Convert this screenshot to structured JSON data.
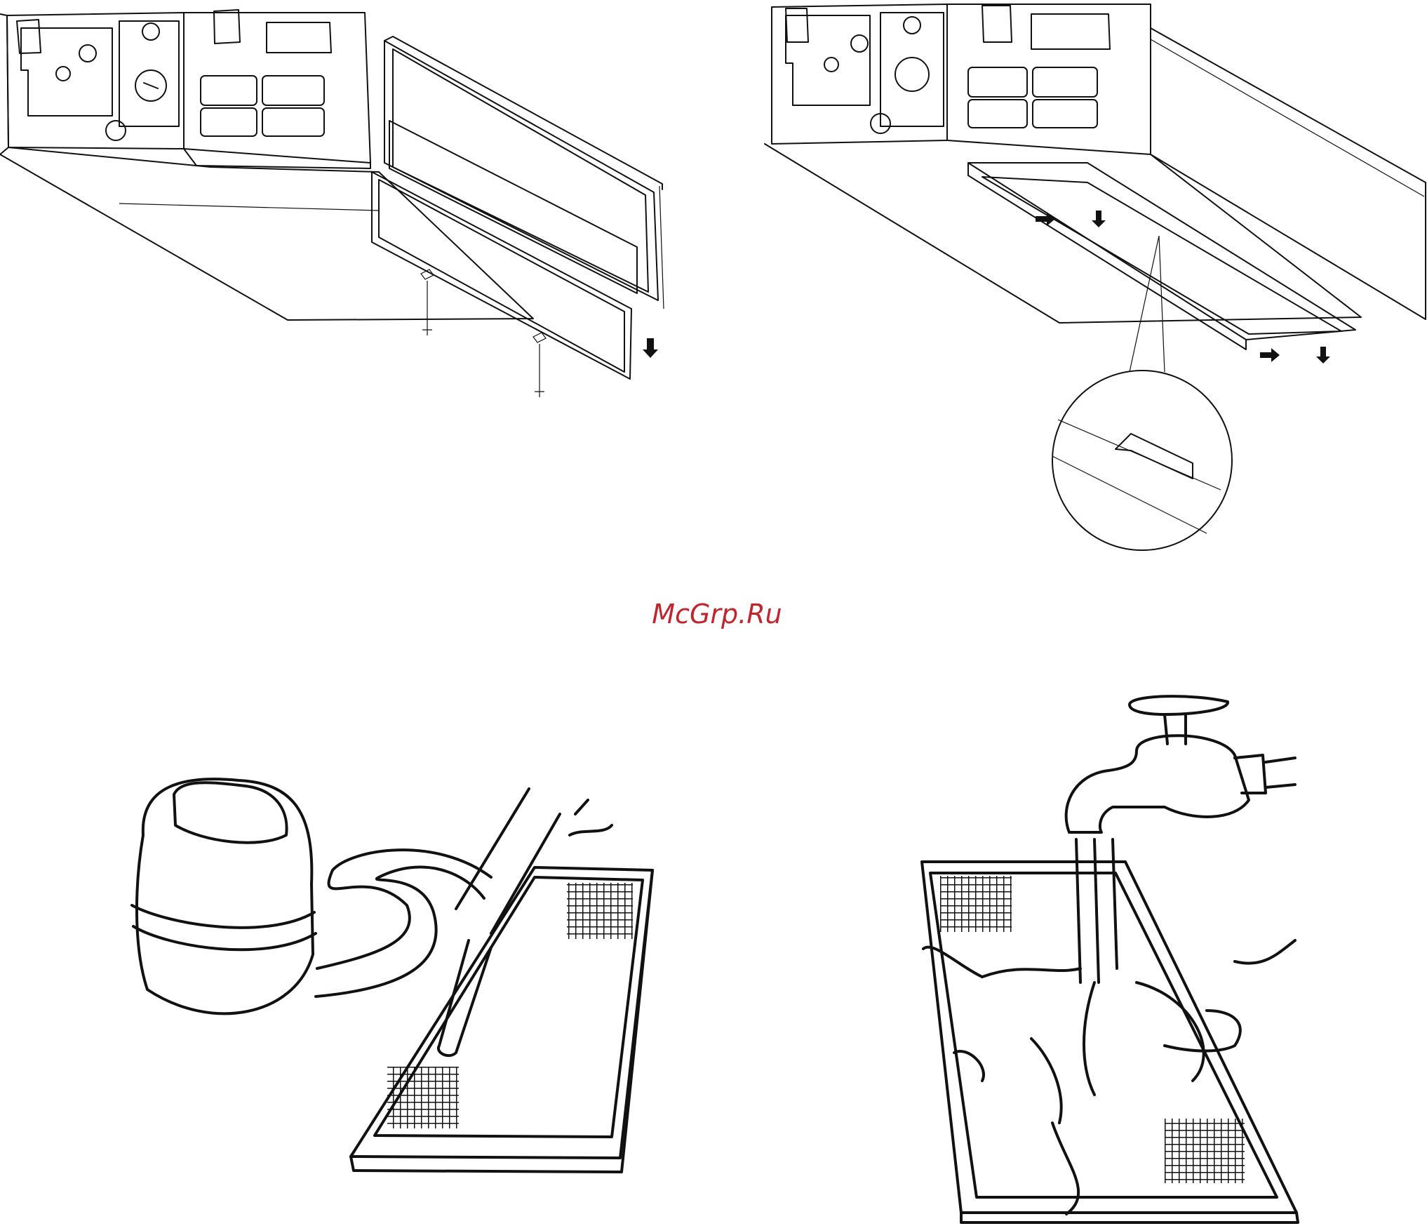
{
  "watermark": {
    "text": "McGrp.Ru",
    "color": "#c0262d"
  },
  "figures": [
    {
      "id": "fig-a",
      "subject": "duct-unit-filter-removal-screws"
    },
    {
      "id": "fig-b",
      "subject": "duct-unit-filter-slide-out-detail"
    },
    {
      "id": "fig-c",
      "subject": "vacuum-cleaning-filter"
    },
    {
      "id": "fig-d",
      "subject": "rinsing-filter-under-tap"
    }
  ],
  "icons": [
    "down-arrow-icon",
    "right-arrow-icon",
    "magnifier-circle-icon",
    "vacuum-cleaner-icon",
    "water-tap-icon"
  ]
}
